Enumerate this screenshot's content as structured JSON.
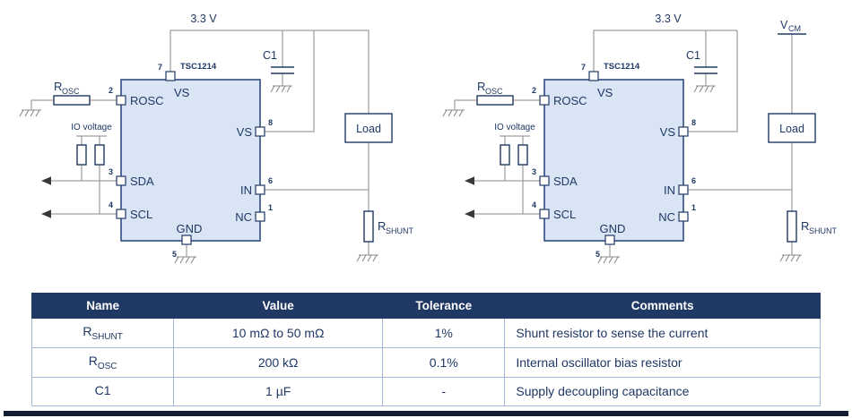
{
  "page": {
    "accent_navy": "#1F3864",
    "chip_fill": "#D9E5F5",
    "wire_gray": "#8a8a8a",
    "bottom_bar_color": "#141E33"
  },
  "circuits": {
    "left": {
      "supply_label": "3.3 V",
      "cap_label": "C1",
      "chip_name": "TSC1214",
      "rosc_ref_main": "R",
      "rosc_ref_sub": "OSC",
      "io_voltage_label": "IO voltage",
      "load_label": "Load",
      "rshunt_ref_main": "R",
      "rshunt_ref_sub": "SHUNT",
      "pins": {
        "p7_num": "7",
        "p7_name": "VS",
        "p2_num": "2",
        "p2_name": "ROSC",
        "p3_num": "3",
        "p3_name": "SDA",
        "p4_num": "4",
        "p4_name": "SCL",
        "p5_num": "5",
        "p5_name": "GND",
        "p8_num": "8",
        "p8_name": "VS",
        "p6_num": "6",
        "p6_name": "IN",
        "p1_num": "1",
        "p1_name": "NC"
      }
    },
    "right": {
      "supply_label": "3.3 V",
      "cap_label": "C1",
      "chip_name": "TSC1214",
      "rosc_ref_main": "R",
      "rosc_ref_sub": "OSC",
      "io_voltage_label": "IO voltage",
      "load_label": "Load",
      "rshunt_ref_main": "R",
      "rshunt_ref_sub": "SHUNT",
      "vcm_ref_main": "V",
      "vcm_ref_sub": "CM",
      "pins": {
        "p7_num": "7",
        "p7_name": "VS",
        "p2_num": "2",
        "p2_name": "ROSC",
        "p3_num": "3",
        "p3_name": "SDA",
        "p4_num": "4",
        "p4_name": "SCL",
        "p5_num": "5",
        "p5_name": "GND",
        "p8_num": "8",
        "p8_name": "VS",
        "p6_num": "6",
        "p6_name": "IN",
        "p1_num": "1",
        "p1_name": "NC"
      }
    }
  },
  "table": {
    "headers": [
      "Name",
      "Value",
      "Tolerance",
      "Comments"
    ],
    "rows": [
      {
        "name_main": "R",
        "name_sub": "SHUNT",
        "value": "10 mΩ to 50 mΩ",
        "tolerance": "1%",
        "comments": "Shunt resistor to sense the current"
      },
      {
        "name_main": "R",
        "name_sub": "OSC",
        "value": "200 kΩ",
        "tolerance": "0.1%",
        "comments": "Internal oscillator bias resistor"
      },
      {
        "name_main": "C1",
        "name_sub": "",
        "value": "1 µF",
        "tolerance": "-",
        "comments": "Supply decoupling capacitance"
      }
    ]
  }
}
